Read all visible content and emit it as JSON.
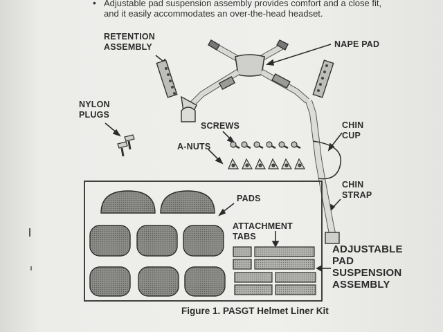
{
  "intro": {
    "line1": "Adjustable pad suspension assembly provides comfort and a close fit,",
    "line2": "and it easily accommodates an over-the-head headset."
  },
  "labels": {
    "retention_assembly": "RETENTION\nASSEMBLY",
    "nape_pad": "NAPE PAD",
    "nylon_plugs": "NYLON\nPLUGS",
    "screws": "SCREWS",
    "a_nuts": "A-NUTS",
    "chin_cup": "CHIN\nCUP",
    "chin_strap": "CHIN\nSTRAP",
    "pads": "PADS",
    "attachment_tabs": "ATTACHMENT\nTABS",
    "adjustable_pad_suspension_assembly": "ADJUSTABLE\nPAD\nSUSPENSION\nASSEMBLY"
  },
  "caption": "Figure 1. PASGT Helmet Liner Kit"
}
